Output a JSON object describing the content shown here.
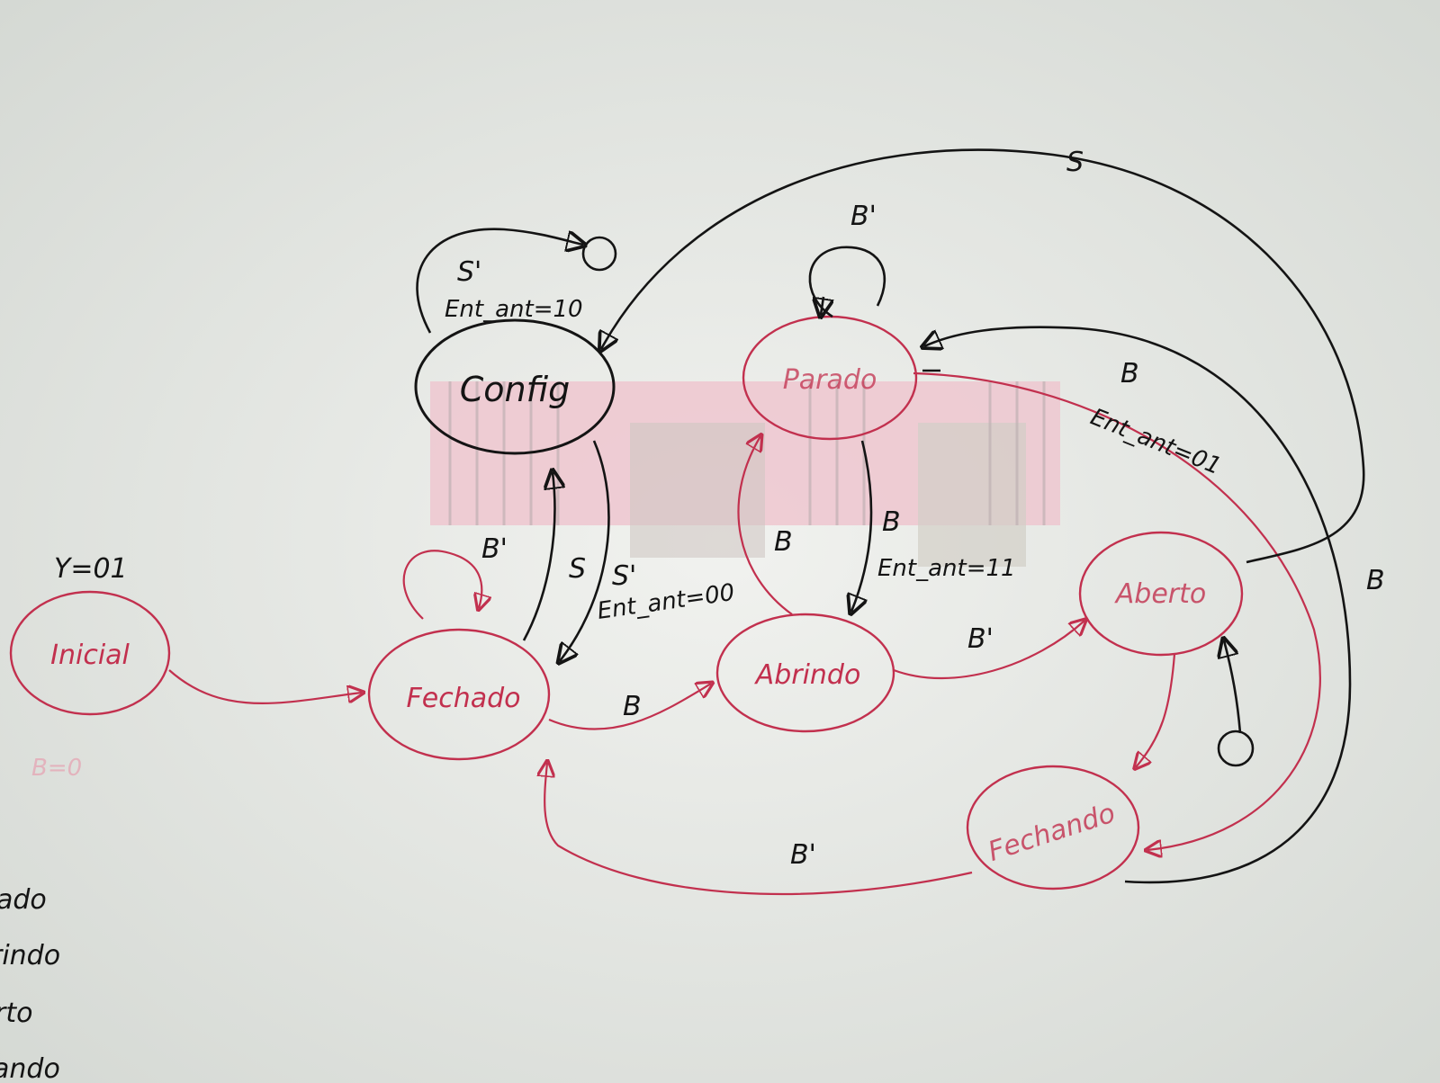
{
  "colors": {
    "board": "#dfe2de",
    "ink_black": "#141414",
    "ink_red": "#c2304e",
    "window_pink": "#efc7d0"
  },
  "states": {
    "inicial": "Inicial",
    "fechado": "Fechado",
    "config": "Config",
    "parado": "Parado",
    "abrindo": "Abrindo",
    "aberto": "Aberto",
    "fechando": "Fechando"
  },
  "annotations": {
    "inicial_output": "Y=01",
    "inicial_faded": "B=0"
  },
  "transitions": {
    "config_self_cond": "S'",
    "config_self_out": "Ent_ant=10",
    "top_arc_S": "S",
    "parado_self": "B'",
    "fechado_self": "B'",
    "fechado_to_config": "S",
    "config_to_fechado_cond": "S'",
    "config_to_fechado_out": "Ent_ant=00",
    "abrindo_to_parado": "B",
    "parado_to_abrindo_cond": "B",
    "parado_to_abrindo_out": "Ent_ant=11",
    "fechando_to_parado_cond": "B",
    "fechando_to_parado_out": "Ent_ant=01",
    "fechado_to_abrindo": "B",
    "abrindo_to_aberto": "B'",
    "aberto_right_B": "B",
    "fechando_to_fechado": "B'"
  },
  "side_list": [
    "ado",
    "rindo",
    "rto",
    "ando"
  ]
}
